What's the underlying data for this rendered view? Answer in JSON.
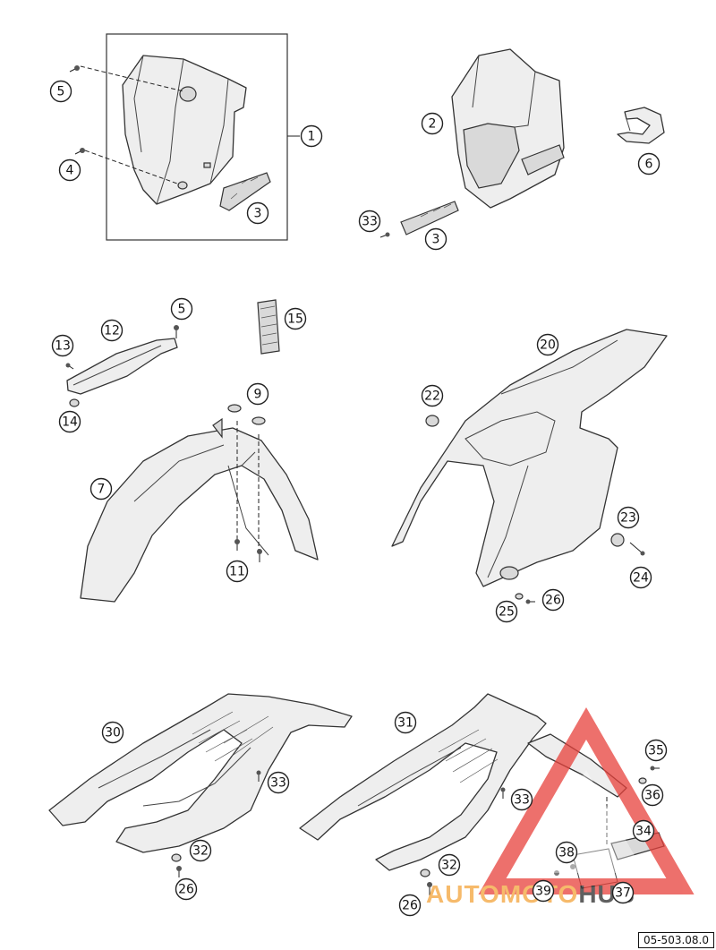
{
  "diagram_code": "05-503.08.0",
  "watermark": {
    "brand": "AUTOMOTOHUB",
    "part1": "AUTO",
    "part2": "MOTO",
    "part3": "HUB",
    "colors": {
      "red": "#e8413b",
      "orange": "#f3a43a",
      "dark": "#2b2b2b"
    }
  },
  "callouts": [
    {
      "id": "c1",
      "label": "1"
    },
    {
      "id": "c2",
      "label": "2"
    },
    {
      "id": "c3a",
      "label": "3"
    },
    {
      "id": "c3b",
      "label": "3"
    },
    {
      "id": "c4",
      "label": "4"
    },
    {
      "id": "c5a",
      "label": "5"
    },
    {
      "id": "c5b",
      "label": "5"
    },
    {
      "id": "c6",
      "label": "6"
    },
    {
      "id": "c7",
      "label": "7"
    },
    {
      "id": "c9",
      "label": "9"
    },
    {
      "id": "c11",
      "label": "11"
    },
    {
      "id": "c12",
      "label": "12"
    },
    {
      "id": "c13",
      "label": "13"
    },
    {
      "id": "c14",
      "label": "14"
    },
    {
      "id": "c15",
      "label": "15"
    },
    {
      "id": "c20",
      "label": "20"
    },
    {
      "id": "c22",
      "label": "22"
    },
    {
      "id": "c23",
      "label": "23"
    },
    {
      "id": "c24",
      "label": "24"
    },
    {
      "id": "c25",
      "label": "25"
    },
    {
      "id": "c26a",
      "label": "26"
    },
    {
      "id": "c26b",
      "label": "26"
    },
    {
      "id": "c26c",
      "label": "26"
    },
    {
      "id": "c30",
      "label": "30"
    },
    {
      "id": "c31",
      "label": "31"
    },
    {
      "id": "c32a",
      "label": "32"
    },
    {
      "id": "c32b",
      "label": "32"
    },
    {
      "id": "c33a",
      "label": "33"
    },
    {
      "id": "c33b",
      "label": "33"
    },
    {
      "id": "c33c",
      "label": "33"
    },
    {
      "id": "c34",
      "label": "34"
    },
    {
      "id": "c35",
      "label": "35"
    },
    {
      "id": "c36",
      "label": "36"
    },
    {
      "id": "c37",
      "label": "37"
    },
    {
      "id": "c38",
      "label": "38"
    },
    {
      "id": "c39",
      "label": "39"
    }
  ]
}
